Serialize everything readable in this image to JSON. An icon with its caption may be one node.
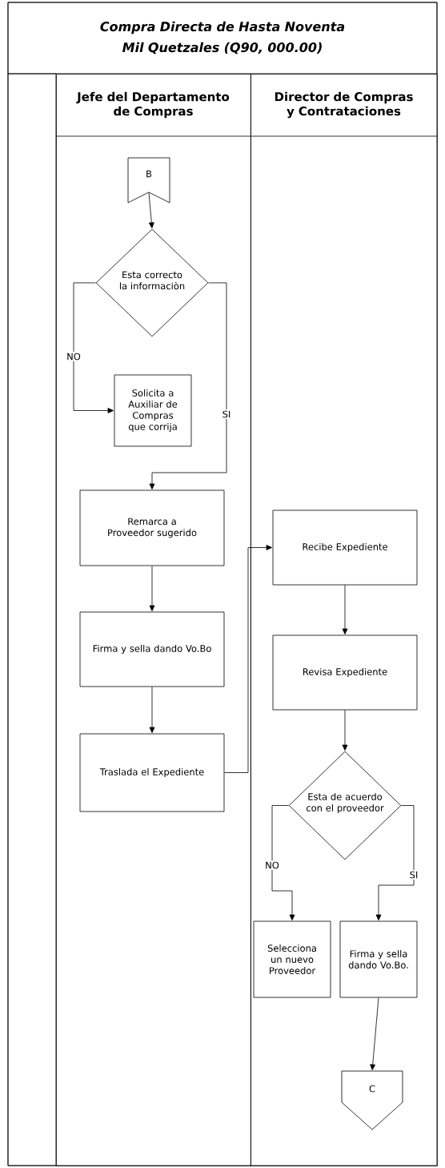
{
  "diagram": {
    "title": "Compra Directa de Hasta Noventa Mil Quetzales (Q90, 000.00)",
    "nodes": [
      {
        "text": [
          "Jefe del Departamento de Compras"
        ]
      },
      {
        "text": [
          "Director de Compras y Contrataciones"
        ]
      },
      {
        "text": [
          "B"
        ],
        "in": 0
      },
      {
        "text": [
          "Esta correcto la informaciòn"
        ],
        "in": 0
      },
      {
        "text": [
          "Solicita a Auxiliar de Compras que corrija"
        ],
        "in": 0
      },
      {
        "text": [
          "Remarca a Proveedor sugerido"
        ],
        "in": 0
      },
      {
        "text": [
          "Firma y sella dando Vo.Bo"
        ],
        "in": 0
      },
      {
        "text": [
          "Traslada el Expediente"
        ],
        "in": 0
      },
      {
        "text": [
          "Recibe Expediente"
        ],
        "in": 1
      },
      {
        "text": [
          "Revisa Expediente"
        ],
        "in": 1
      },
      {
        "text": [
          "Esta de acuerdo con el proveedor"
        ],
        "in": 1
      },
      {
        "text": [
          "Selecciona un nuevo Proveedor"
        ],
        "in": 1
      },
      {
        "text": [
          "Firma y sella dando Vo.Bo."
        ],
        "in": 1
      },
      {
        "text": [
          "C"
        ],
        "in": 1
      }
    ],
    "edges": [
      {
        "from": 2,
        "to": 3,
        "arrow": "to"
      },
      {
        "from": 3,
        "to": 4,
        "arrow": "to",
        "label": "NO"
      },
      {
        "from": 3,
        "to": 5,
        "arrow": "to",
        "label": "SI"
      },
      {
        "from": 5,
        "to": 6,
        "arrow": "to"
      },
      {
        "from": 6,
        "to": 7,
        "arrow": "to"
      },
      {
        "from": 7,
        "to": 8,
        "arrow": "to"
      },
      {
        "from": 8,
        "to": 9,
        "arrow": "to"
      },
      {
        "from": 9,
        "to": 10,
        "arrow": "to"
      },
      {
        "from": 10,
        "to": 11,
        "arrow": "to",
        "label": "NO"
      },
      {
        "from": 10,
        "to": 12,
        "arrow": "to",
        "label": "SI"
      },
      {
        "from": 12,
        "to": 13,
        "arrow": "to"
      }
    ]
  }
}
